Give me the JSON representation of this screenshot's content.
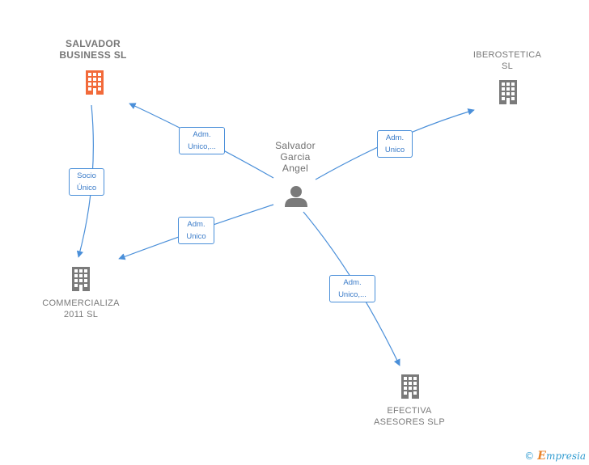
{
  "nodes": {
    "salvador_business": {
      "label": "SALVADOR\nBUSINESS  SL",
      "color": "#f26a3a"
    },
    "iberostetica": {
      "label": "IBEROSTETICA\nSL",
      "color": "#7a7a7a"
    },
    "commercializa": {
      "label": "COMMERCIALIZA\n2011 SL",
      "color": "#7a7a7a"
    },
    "efectiva": {
      "label": "EFECTIVA\nASESORES  SLP",
      "color": "#7a7a7a"
    },
    "person": {
      "label": "Salvador\nGarcia\nAngel",
      "color": "#7a7a7a"
    }
  },
  "edges": {
    "to_salvador_business": "Adm.\nUnico,...",
    "to_iberostetica": "Adm.\nUnico",
    "to_commercializa": "Adm.\nUnico",
    "to_efectiva": "Adm.\nUnico,...",
    "business_to_commercializa": "Socio\nÚnico"
  },
  "colors": {
    "edge": "#4a8fd9"
  },
  "footer": {
    "copyright": "©",
    "brand_initial": "E",
    "brand_rest": "mpresia"
  }
}
